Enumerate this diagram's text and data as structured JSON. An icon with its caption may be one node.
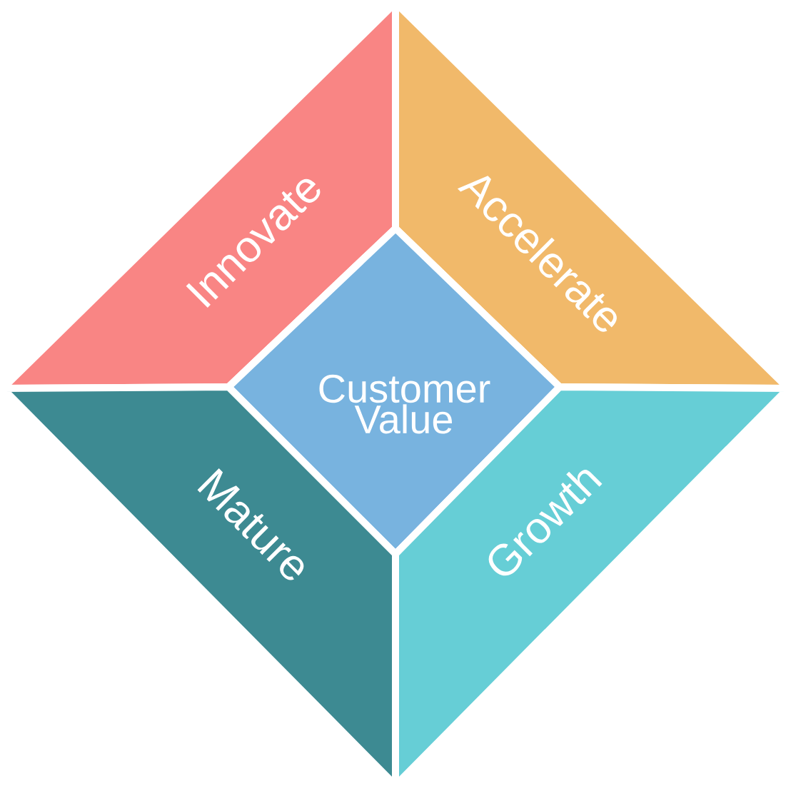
{
  "diagram": {
    "nodes": [
      {
        "text": [
          "Innovate"
        ]
      },
      {
        "text": [
          "Accelerate"
        ]
      },
      {
        "text": [
          "Customer Value"
        ]
      },
      {
        "text": [
          "Mature"
        ]
      },
      {
        "text": [
          "Growth"
        ]
      }
    ]
  }
}
